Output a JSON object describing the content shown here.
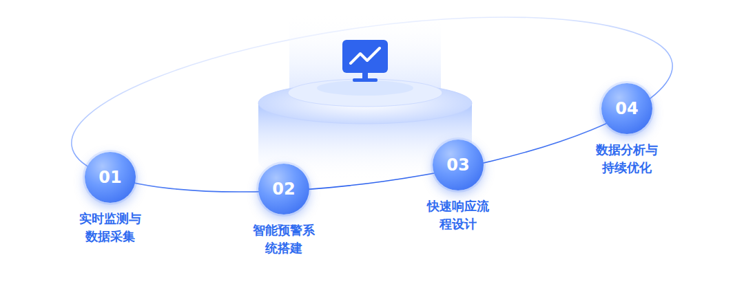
{
  "diagram": {
    "nodes": [
      {
        "text": [
          "01",
          "实时监测与 数据采集"
        ]
      },
      {
        "text": [
          "02",
          "智能预警系 统搭建"
        ]
      },
      {
        "text": [
          "03",
          "快速响应流 程设计"
        ]
      },
      {
        "text": [
          "04",
          "数据分析与 持续优化"
        ]
      }
    ]
  }
}
